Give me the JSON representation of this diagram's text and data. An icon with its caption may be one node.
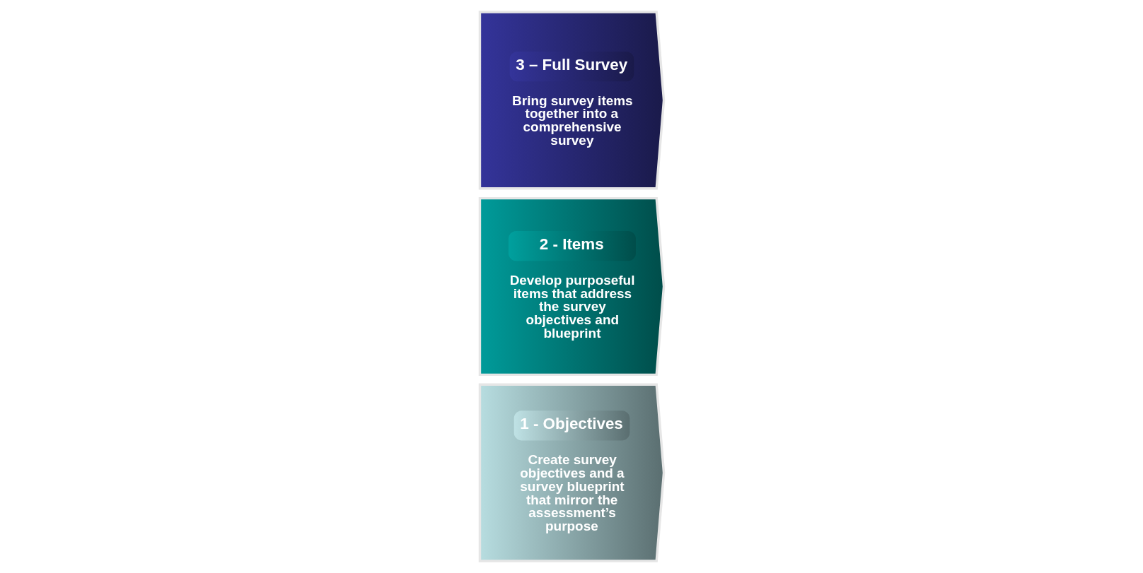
{
  "diagram": {
    "nodes": [
      {
        "text": [
          "1 - Objectives",
          "Create survey objectives and a survey blueprint that mirror the assessment’s purpose"
        ]
      },
      {
        "text": [
          "2 - Items",
          "Develop purposeful items that address the survey objectives and blueprint"
        ]
      },
      {
        "text": [
          "3 – Full Survey",
          "Bring survey items together into a comprehensive survey"
        ]
      }
    ]
  }
}
